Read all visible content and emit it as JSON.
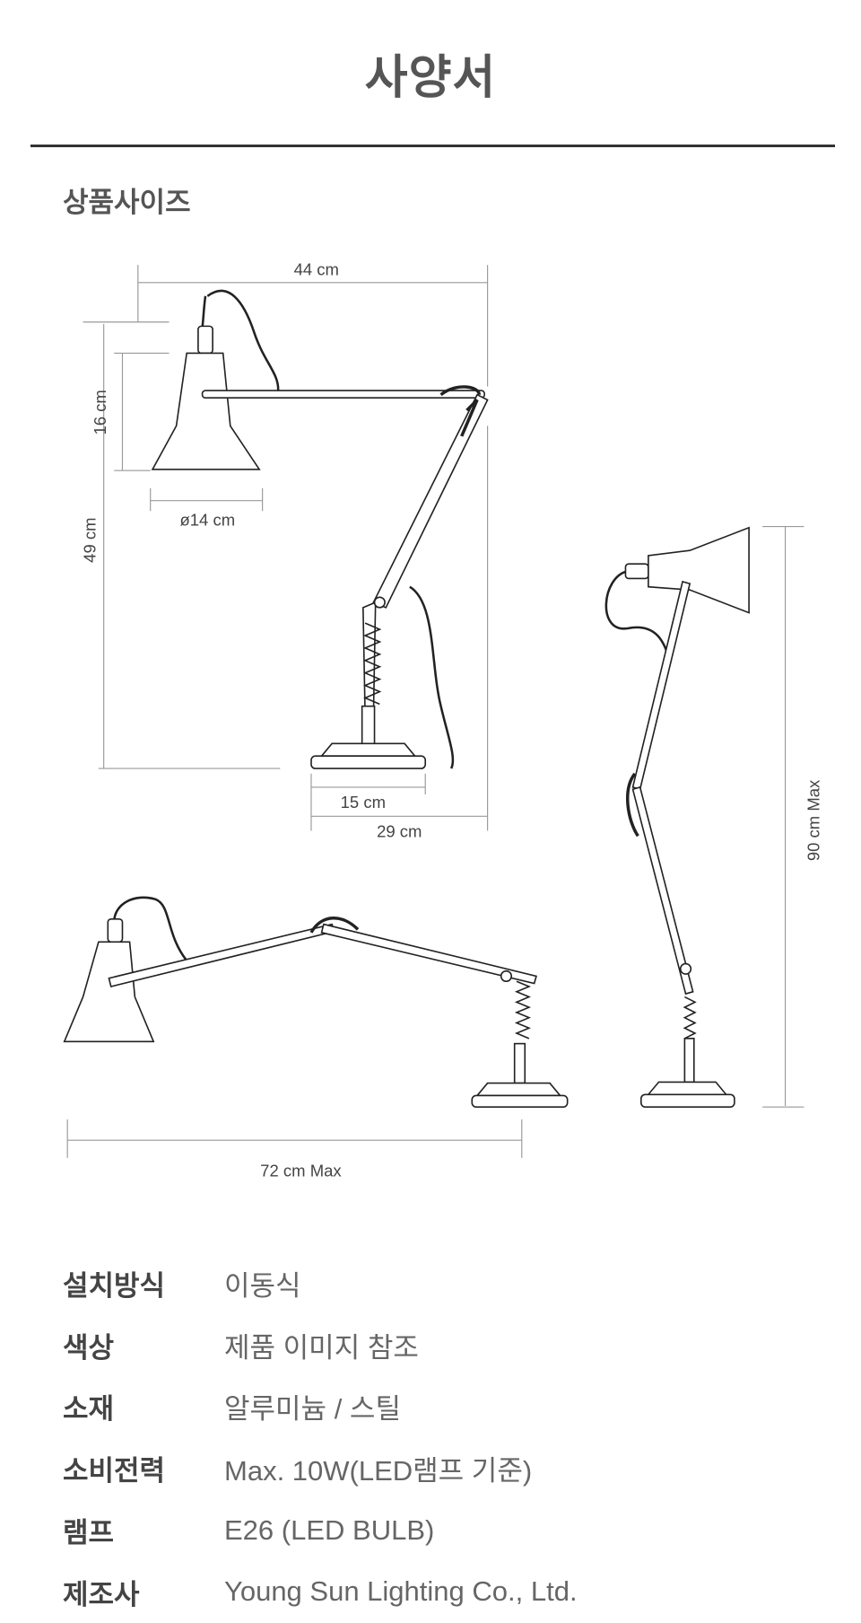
{
  "header": {
    "title": "사양서"
  },
  "size_section": {
    "title": "상품사이즈",
    "dimensions": {
      "width_upright": "44 cm",
      "height_upright": "49 cm",
      "shade_height": "16 cm",
      "shade_diameter": "ø14 cm",
      "base_diameter": "15 cm",
      "depth": "29 cm",
      "max_reach": "72 cm Max",
      "max_height": "90 cm Max"
    }
  },
  "specs": [
    {
      "label": "설치방식",
      "value": "이동식"
    },
    {
      "label": "색상",
      "value": "제품 이미지 참조"
    },
    {
      "label": "소재",
      "value": "알루미늄 / 스틸"
    },
    {
      "label": "소비전력",
      "value": "Max. 10W(LED램프 기준)"
    },
    {
      "label": "램프",
      "value": "E26 (LED BULB)"
    },
    {
      "label": "제조사",
      "value": "Young Sun Lighting Co., Ltd."
    }
  ]
}
